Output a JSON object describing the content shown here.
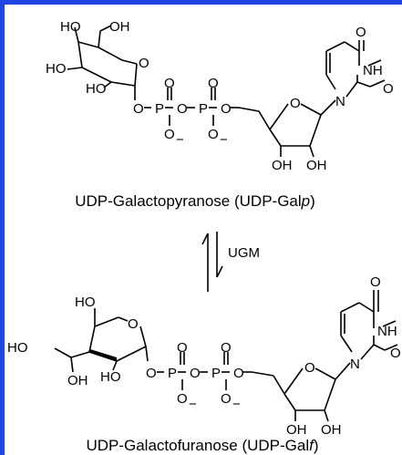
{
  "top_molecule": {
    "caption_pre": "UDP-Galactopyranose (UDP-Gal",
    "caption_italic": "p",
    "caption_post": ")",
    "atoms": {
      "ho_top": "HO",
      "oh_top": "OH",
      "ho_left": "HO",
      "ring_o": "O",
      "ho_ring": "HO",
      "o_link1": "O",
      "p1": "P",
      "p1_o_up": "O",
      "p1_o_down": "O",
      "o_bridge": "O",
      "p2": "P",
      "p2_o_up": "O",
      "p2_o_down": "O",
      "o_link2": "O",
      "ribose_o": "O",
      "n1": "N",
      "nh": "NH",
      "o_c2": "O",
      "o_c4": "O",
      "oh_2": "OH",
      "oh_3": "OH"
    }
  },
  "reaction": {
    "enzyme": "UGM"
  },
  "bottom_molecule": {
    "caption_pre": "UDP-Galactofuranose (UDP-Gal",
    "caption_italic": "f",
    "caption_post": ")",
    "atoms": {
      "ho_c5": "HO",
      "ring_o": "O",
      "ho_c6": "HO",
      "oh_c5": "OH",
      "ho_c2": "HO",
      "o_link1": "O",
      "p1": "P",
      "p1_o_up": "O",
      "p1_o_down": "O",
      "o_bridge": "O",
      "p2": "P",
      "p2_o_up": "O",
      "p2_o_down": "O",
      "o_link2": "O",
      "ribose_o": "O",
      "n1": "N",
      "nh": "NH",
      "o_c2": "O",
      "o_c4": "O",
      "oh_2": "OH",
      "oh_3": "OH"
    }
  },
  "colors": {
    "frame": "#1f45e6",
    "ink": "#000000"
  }
}
